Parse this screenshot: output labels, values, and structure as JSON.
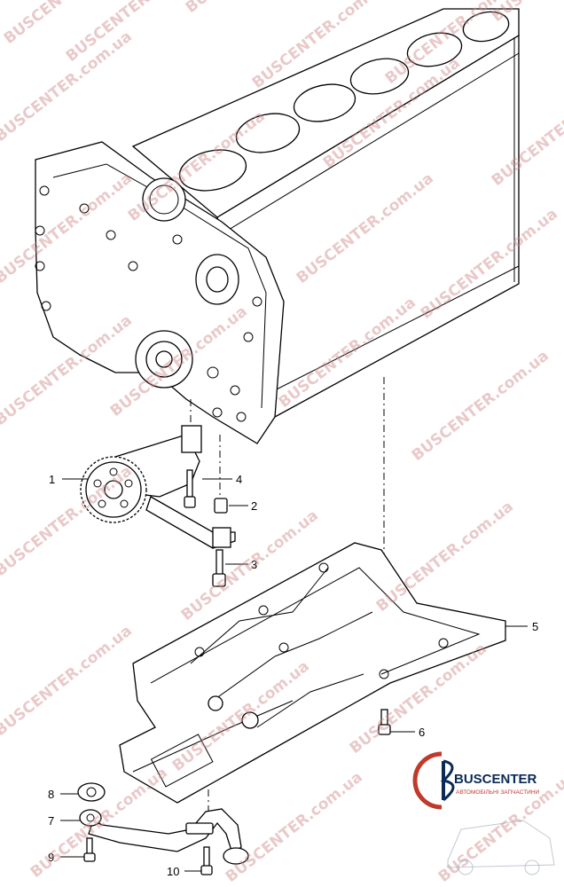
{
  "watermark": {
    "text": "BUSCENTER.com.ua",
    "color": "#d08a8a"
  },
  "callouts": [
    "1",
    "2",
    "3",
    "4",
    "5",
    "6",
    "7",
    "8",
    "9",
    "10"
  ],
  "logo": {
    "brand": "BUSCENTER",
    "tagline": "АВТОМОБІЛЬНІ ЗАПЧАСТИНИ",
    "brand_color": "#0b2a55",
    "accent_color": "#c0392b"
  }
}
